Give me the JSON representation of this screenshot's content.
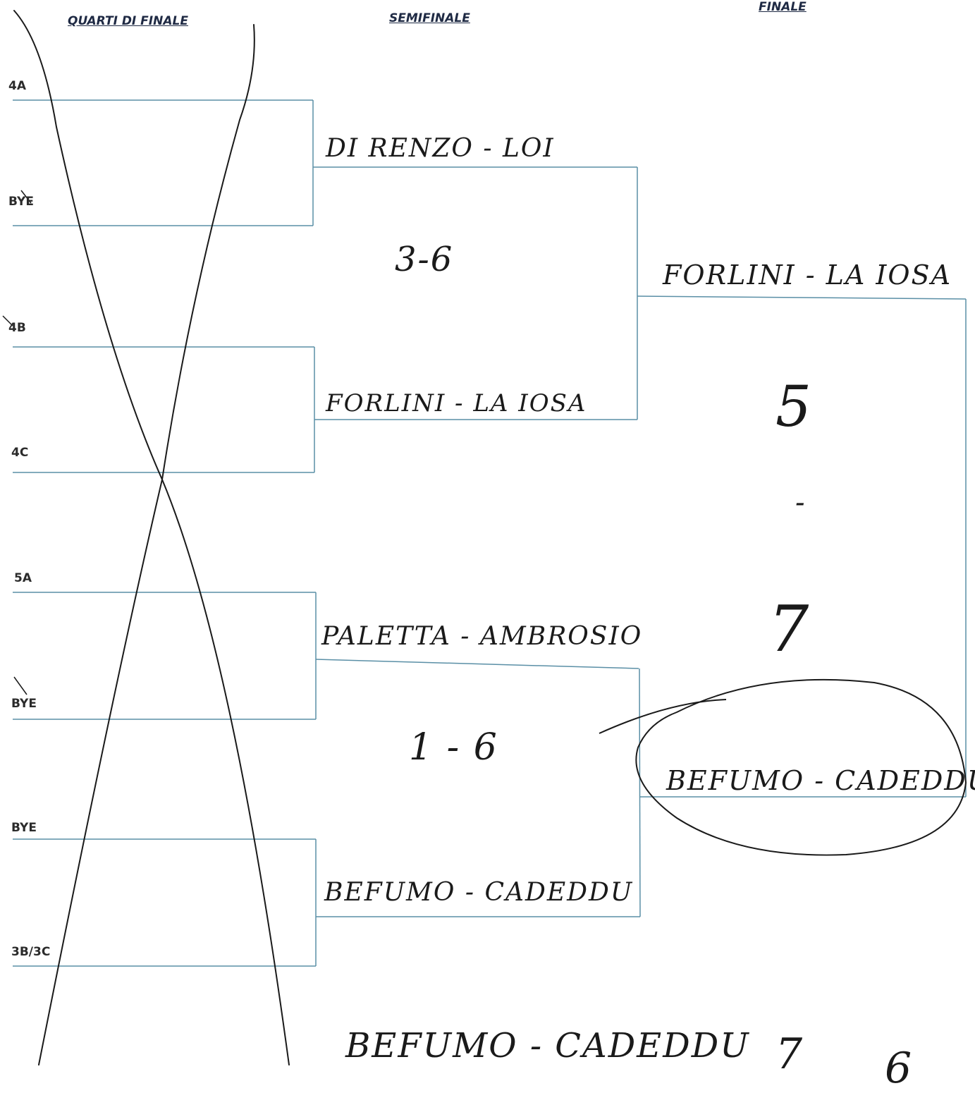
{
  "headers": {
    "quarterfinals": "QUARTI DI FINALE",
    "semifinals": "SEMIFINALE",
    "final": "FINALE"
  },
  "quarterfinal_slots": [
    "4A",
    "BYE",
    "4B",
    "4C",
    "5A",
    "BYE",
    "BYE",
    "3B/3C"
  ],
  "semifinal_teams": [
    "DI RENZO - LOI",
    "FORLINI - LA IOSA",
    "PALETTA - AMBROSIO",
    "BEFUMO - CADEDDU"
  ],
  "semifinal_scores": [
    "3-6",
    "1 - 6"
  ],
  "final_teams": [
    "FORLINI - LA IOSA",
    "BEFUMO - CADEDDU"
  ],
  "final_score_top": "5",
  "final_score_dash": "-",
  "final_score_bottom": "7",
  "winner_note": "BEFUMO - CADEDDU",
  "winner_note_score": "7",
  "winner_note_score2": "6",
  "colors": {
    "bracket_line": "#5a8fa6",
    "ink": "#1a1a1a"
  }
}
